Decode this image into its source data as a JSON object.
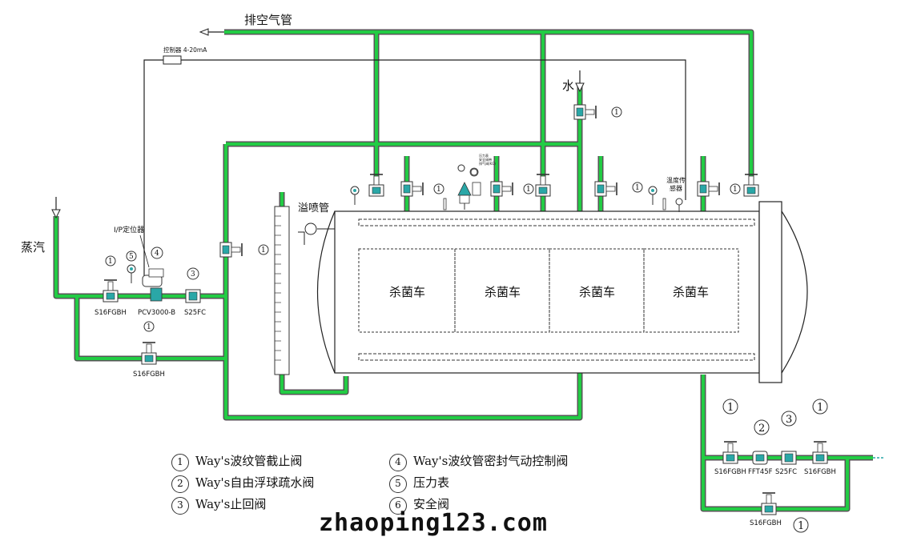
{
  "labels": {
    "exhaust_pipe": "排空气管",
    "water": "水",
    "steam": "蒸汽",
    "controller": "控制器 4-20mA",
    "ip_positioner": "I/P定位器",
    "overflow_pipe": "溢喷管",
    "temp_sensor_line1": "温度传",
    "temp_sensor_line2": "感器",
    "safety_valve_note_1": "压力表",
    "safety_valve_note_2": "安全阀带",
    "safety_valve_note_3": "排气阀(KG)"
  },
  "carts": [
    "杀菌车",
    "杀菌车",
    "杀菌车",
    "杀菌车"
  ],
  "valve_codes": {
    "s16_top": "S16FGBH",
    "pcv": "PCV3000-B",
    "s25_top": "S25FC",
    "s16_bypass": "S16FGBH",
    "drain_s16_left": "S16FGBH",
    "drain_fft": "FFT45F",
    "drain_s25": "S25FC",
    "drain_s16_right": "S16FGBH",
    "drain_s16_bypass": "S16FGBH"
  },
  "markers": {
    "m1": "1",
    "m2": "2",
    "m3": "3",
    "m4": "4",
    "m5": "5",
    "m6": "6"
  },
  "legend": [
    {
      "num": "1",
      "text": "Way's波纹管截止阀"
    },
    {
      "num": "2",
      "text": "Way's自由浮球疏水阀"
    },
    {
      "num": "3",
      "text": "Way's止回阀"
    },
    {
      "num": "4",
      "text": "Way's波纹管密封气动控制阀"
    },
    {
      "num": "5",
      "text": "压力表"
    },
    {
      "num": "6",
      "text": "安全阀"
    }
  ],
  "watermark": "zhaoping123.com",
  "colors": {
    "pipe": "#22cc44",
    "pipe_edge": "#555555",
    "valve_teal": "#2aa7a7",
    "line": "#222222"
  }
}
